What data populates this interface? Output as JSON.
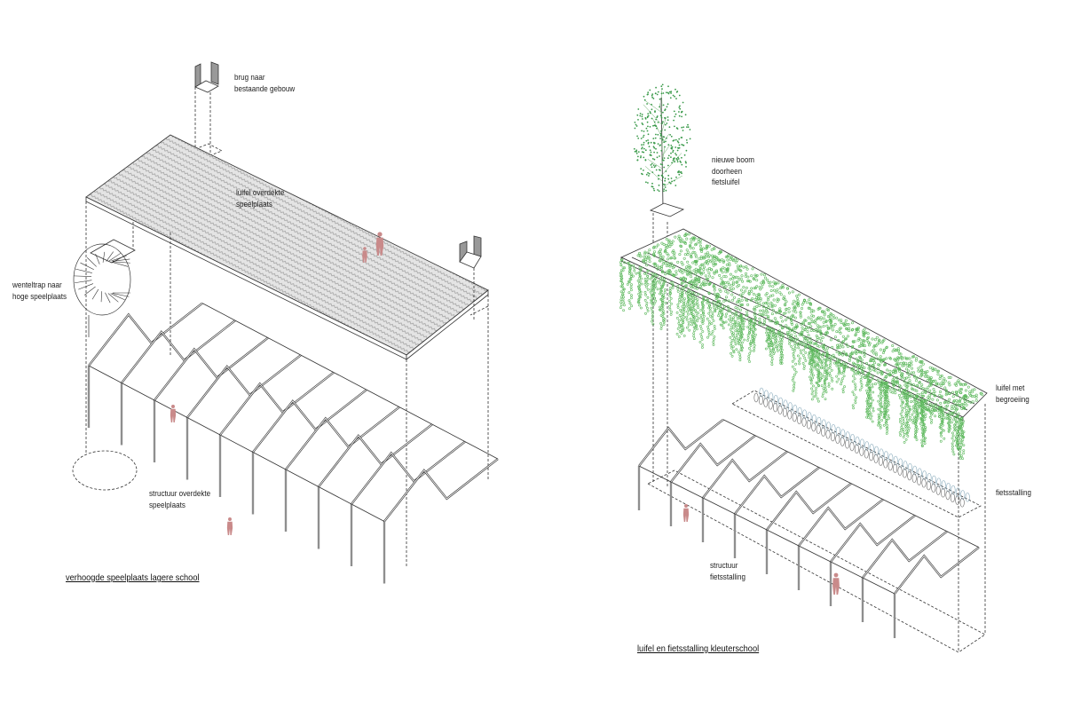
{
  "left_diagram": {
    "title": "verhoogde speelplaats lagere school",
    "labels": {
      "bridge": "brug naar\nbestaande gebouw",
      "canopy": "luifel overdekte\nspeelplaats",
      "stair": "wenteltrap naar\nhoge speelplaats",
      "structure": "structuur overdekte\nspeelplaats"
    }
  },
  "right_diagram": {
    "title": "luifel en fietsstalling kleuterschool",
    "labels": {
      "tree": "nieuwe boom\ndoorheen\nfietsluifel",
      "green_canopy": "luifel met\nbegroeiing",
      "bike_storage": "fietsstalling",
      "structure": "structuur\nfietsstalling"
    }
  },
  "colors": {
    "line": "#333333",
    "figure": "#c98a8a",
    "foliage": "#4caf50",
    "roof": "#d8d8d8"
  }
}
